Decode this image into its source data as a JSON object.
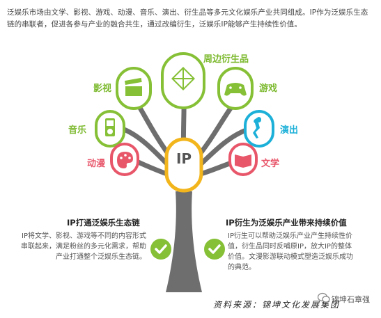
{
  "intro": "泛娱乐市场由文学、影视、游戏、动漫、音乐、演出、衍生品等多元文化娱乐产业共同组成。IP作为泛娱乐生态链的串联者，促进各参与产业的融合共生，通过改编衍生，泛娱乐IP能够产生持续性价值。",
  "center": "IP",
  "nodes": {
    "derivatives": "周边衍生品",
    "film": "影视",
    "games": "游戏",
    "music": "音乐",
    "performance": "演出",
    "anime": "动漫",
    "literature": "文学"
  },
  "left_section": {
    "title": "IP打通泛娱乐生态链",
    "body": "IP将文学、影视、游戏等不同的内容形式串联起来，满足粉丝的多元化需求，帮助产业打通整个泛娱乐生态链。"
  },
  "right_section": {
    "title": "IP衍生为泛娱乐产业带来持续价值",
    "body": "IP衍生可以帮助泛娱乐产业产生持续性价值，衍生品同时反哺原IP，放大IP的整体价值。文漫影游联动模式塑造泛娱乐成功的典范。"
  },
  "source": "资料来源：锦坤文化发展集团",
  "watermark": "锦坤石章强",
  "colors": {
    "green": "#86c036",
    "cyan": "#1cb0d8",
    "pink": "#e8566a",
    "trunk": "#6e6e6e",
    "gold": "#f2b51c"
  }
}
